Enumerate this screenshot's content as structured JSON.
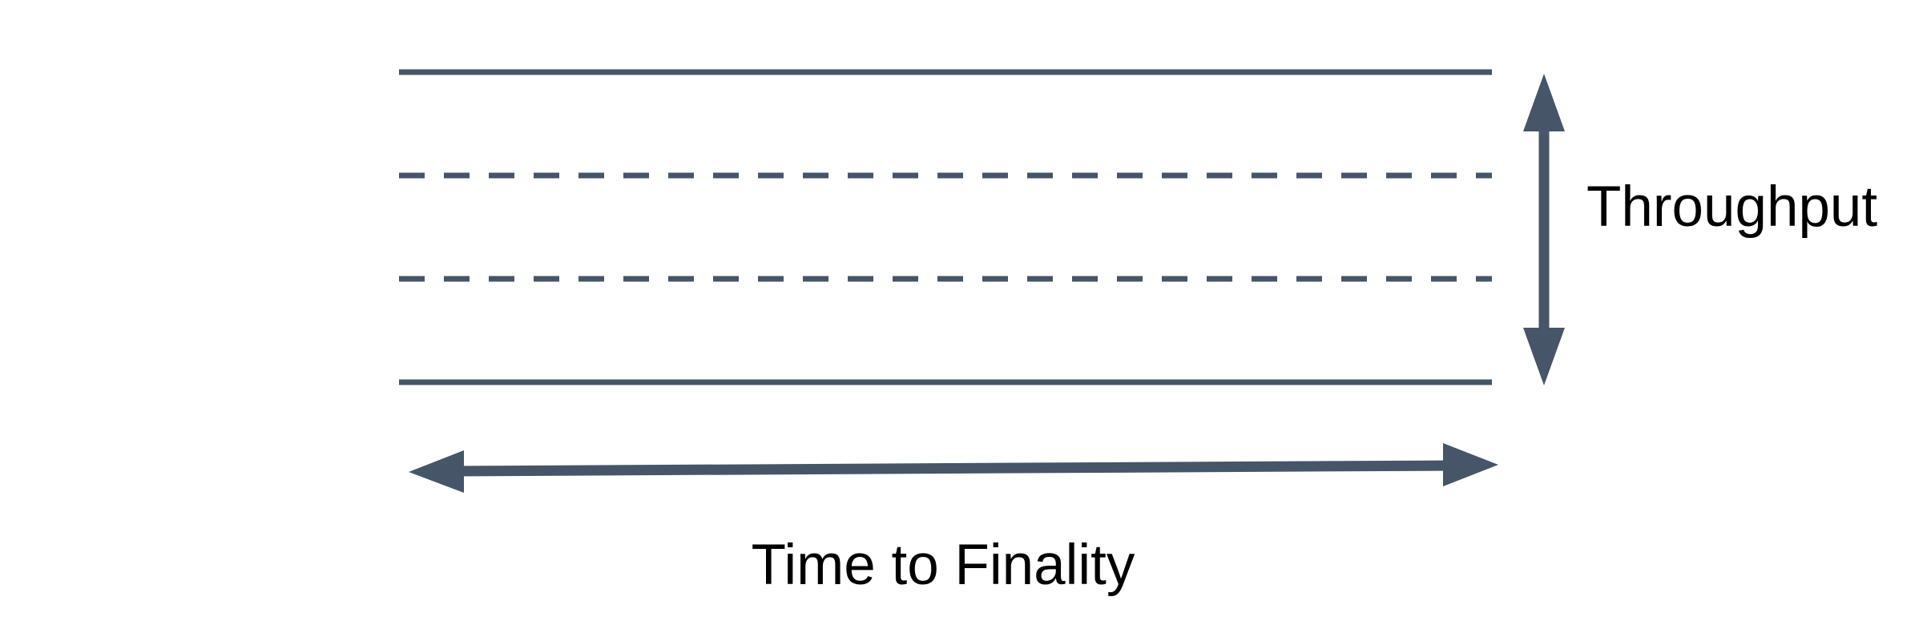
{
  "labels": {
    "throughput": "Throughput",
    "time_to_finality": "Time to Finality"
  },
  "colors": {
    "line": "#475569",
    "text": "#000000",
    "background": "#ffffff"
  },
  "diagram": {
    "description": "Band of four horizontal lines whose height is marked Throughput (vertical double arrow) and whose length is marked Time to Finality (horizontal double arrow)",
    "band_lines": [
      {
        "name": "band-top-line",
        "style": "solid"
      },
      {
        "name": "band-dashed-line-1",
        "style": "dashed"
      },
      {
        "name": "band-dashed-line-2",
        "style": "dashed"
      },
      {
        "name": "band-bottom-line",
        "style": "solid"
      }
    ],
    "arrows": [
      {
        "name": "throughput-arrow",
        "orientation": "vertical",
        "double_headed": true
      },
      {
        "name": "time-to-finality-arrow",
        "orientation": "horizontal",
        "double_headed": true
      }
    ]
  }
}
